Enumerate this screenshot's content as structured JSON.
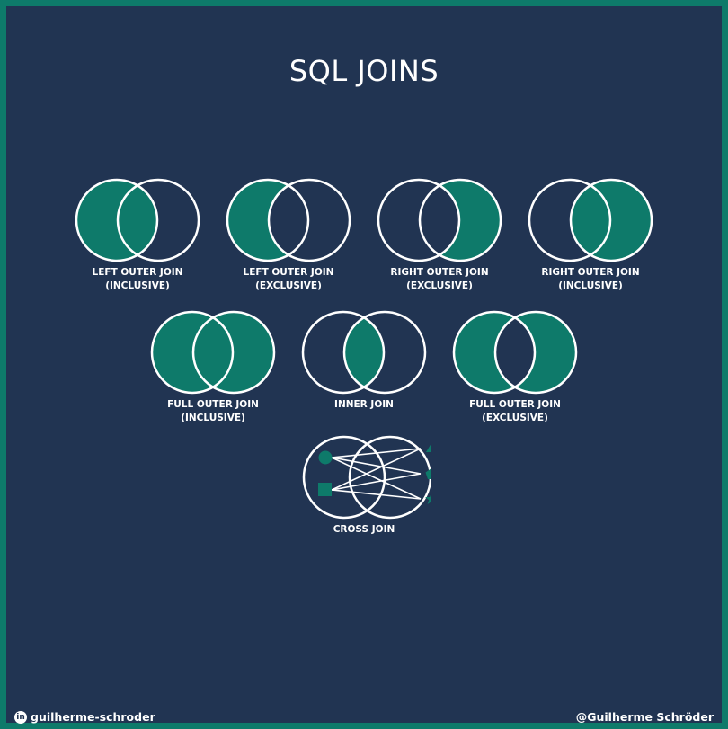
{
  "title": "SQL JOINS",
  "colors": {
    "fill": "#0e7a6a",
    "background": "#213452",
    "stroke": "#ffffff"
  },
  "joins": [
    {
      "line1": "LEFT OUTER JOIN",
      "line2": "(INCLUSIVE)",
      "shading": "left-inclusive"
    },
    {
      "line1": "LEFT OUTER JOIN",
      "line2": "(EXCLUSIVE)",
      "shading": "left-exclusive"
    },
    {
      "line1": "RIGHT OUTER JOIN",
      "line2": "(EXCLUSIVE)",
      "shading": "right-exclusive"
    },
    {
      "line1": "RIGHT OUTER JOIN",
      "line2": "(INCLUSIVE)",
      "shading": "right-inclusive"
    },
    {
      "line1": "FULL OUTER JOIN",
      "line2": "(INCLUSIVE)",
      "shading": "full-inclusive"
    },
    {
      "line1": "INNER JOIN",
      "line2": "",
      "shading": "inner"
    },
    {
      "line1": "FULL OUTER JOIN",
      "line2": "(EXCLUSIVE)",
      "shading": "full-exclusive"
    },
    {
      "line1": "CROSS JOIN",
      "line2": "",
      "shading": "cross"
    }
  ],
  "cross_join": {
    "left_shapes": [
      "circle-icon",
      "square-icon"
    ],
    "right_shapes": [
      "triangle-icon",
      "pentagon-icon",
      "star-icon"
    ]
  },
  "footer": {
    "linkedin_icon": "in",
    "linkedin_handle": "guilherme-schroder",
    "author": "@Guilherme Schröder"
  }
}
